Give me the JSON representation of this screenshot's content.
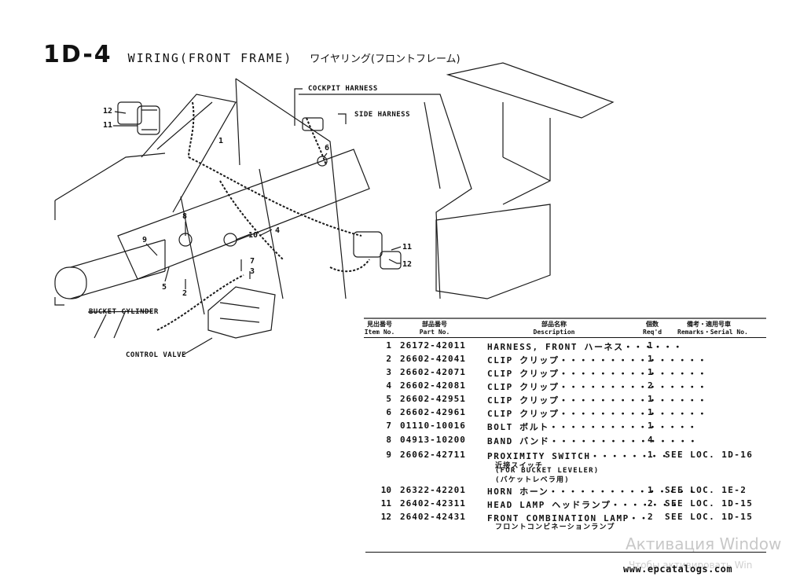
{
  "header": {
    "code": "1D-4",
    "title_en": "WIRING(FRONT FRAME)",
    "title_ja": "ワイヤリング(フロントフレーム)"
  },
  "diagram": {
    "callouts": {
      "cockpit_harness": "COCKPIT HARNESS",
      "side_harness": "SIDE HARNESS",
      "bucket_cylinder": "BUCKET CYLINDER",
      "control_valve": "CONTROL VALVE"
    },
    "item_markers": [
      "12",
      "11",
      "1",
      "8",
      "9",
      "10",
      "4",
      "7",
      "3",
      "5",
      "2",
      "6",
      "11",
      "12"
    ]
  },
  "table": {
    "headers": {
      "item_ja": "見出番号",
      "item_en": "Item No.",
      "part_ja": "部品番号",
      "part_en": "Part No.",
      "desc_ja": "部品名称",
      "desc_en": "Description",
      "req_ja": "個数",
      "req_en": "Req'd",
      "rem_ja": "備考・適用号車",
      "rem_en": "Remarks・Serial No."
    },
    "rows": [
      {
        "item": "1",
        "part": "26172-42011",
        "desc": "HARNESS, FRONT ハーネス・・・・・・",
        "qty": "1",
        "remarks": ""
      },
      {
        "item": "2",
        "part": "26602-42041",
        "desc": "CLIP クリップ・・・・・・・・・・・・・・・",
        "qty": "1",
        "remarks": ""
      },
      {
        "item": "3",
        "part": "26602-42071",
        "desc": "CLIP クリップ・・・・・・・・・・・・・・・",
        "qty": "1",
        "remarks": ""
      },
      {
        "item": "4",
        "part": "26602-42081",
        "desc": "CLIP クリップ・・・・・・・・・・・・・・・",
        "qty": "2",
        "remarks": ""
      },
      {
        "item": "5",
        "part": "26602-42951",
        "desc": "CLIP クリップ・・・・・・・・・・・・・・・",
        "qty": "1",
        "remarks": ""
      },
      {
        "item": "6",
        "part": "26602-42961",
        "desc": "CLIP クリップ・・・・・・・・・・・・・・・",
        "qty": "1",
        "remarks": ""
      },
      {
        "item": "7",
        "part": "01110-10016",
        "desc": "BOLT ボルト・・・・・・・・・・・・・・・",
        "qty": "1",
        "remarks": ""
      },
      {
        "item": "8",
        "part": "04913-10200",
        "desc": "BAND バンド・・・・・・・・・・・・・・・",
        "qty": "4",
        "remarks": ""
      },
      {
        "item": "9",
        "part": "26062-42711",
        "desc": "PROXIMITY SWITCH・・・・・・・・",
        "qty": "1",
        "remarks": "SEE LOC. 1D-16"
      },
      {
        "item": "10",
        "part": "26322-42201",
        "desc": "HORN ホーン・・・・・・・・・・・・・・・",
        "qty": "1",
        "remarks": "SEE LOC. 1E-2"
      },
      {
        "item": "11",
        "part": "26402-42311",
        "desc": "HEAD LAMP ヘッドランプ・・・・・・・",
        "qty": "2",
        "remarks": "SEE LOC. 1D-15"
      },
      {
        "item": "12",
        "part": "26402-42431",
        "desc": "FRONT COMBINATION LAMP・・",
        "qty": "2",
        "remarks": "SEE LOC. 1D-15"
      }
    ],
    "subnotes": {
      "r9_line1": "近接スイッチ",
      "r9_line2": "(FOR BUCKET LEVELER)",
      "r9_line3": "(バケットレベラ用)",
      "r12_line1": "フロントコンビネーションランプ"
    }
  },
  "footer": {
    "watermark": "Активация Window",
    "watermark_sub": "Чтобы активировать Win",
    "site": "www.epcatalogs.com"
  }
}
